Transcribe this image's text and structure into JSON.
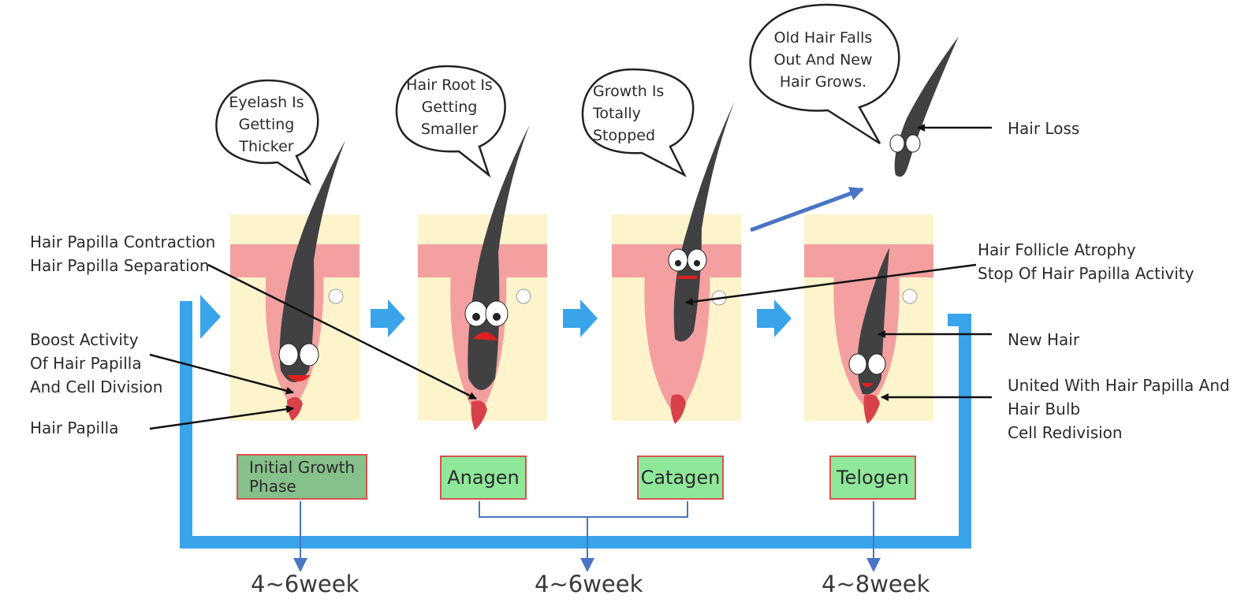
{
  "bubbles": {
    "b1": [
      "Eyelash Is",
      "Getting",
      "Thicker"
    ],
    "b2": [
      "Hair Root Is",
      "Getting",
      "Smaller"
    ],
    "b3": [
      "Growth Is",
      "Totally",
      "Stopped"
    ],
    "b4": [
      "Old Hair Falls",
      "Out And New",
      "Hair Grows."
    ]
  },
  "left_labels": {
    "contraction": [
      "Hair Papilla Contraction",
      "Hair Papilla Separation"
    ],
    "boost": [
      "Boost Activity",
      "Of Hair Papilla",
      "And Cell Division"
    ],
    "papilla": "Hair Papilla"
  },
  "right_labels": {
    "hair_loss": "Hair Loss",
    "atrophy": [
      "Hair Follicle Atrophy",
      "Stop Of Hair Papilla Activity"
    ],
    "new_hair": "New Hair",
    "united": [
      "United With Hair Papilla And",
      "Hair Bulb",
      "Cell Redivision"
    ]
  },
  "phases": {
    "initial": [
      "Initial Growth",
      "Phase"
    ],
    "anagen": "Anagen",
    "catagen": "Catagen",
    "telogen": "Telogen"
  },
  "durations": {
    "d1": "4~6week",
    "d2": "4~6week",
    "d3": "4~8week"
  },
  "colors": {
    "cycle_arrow": "#3aa4ea",
    "skin": "#fdf4cc",
    "tissue": "#f4a0a0",
    "hair": "#414144",
    "papilla": "#d9414a",
    "phase_fill": "#8fe79a",
    "phase_first_fill": "#86c08a",
    "phase_border": "#d9534f",
    "connector": "#4a74c4"
  }
}
